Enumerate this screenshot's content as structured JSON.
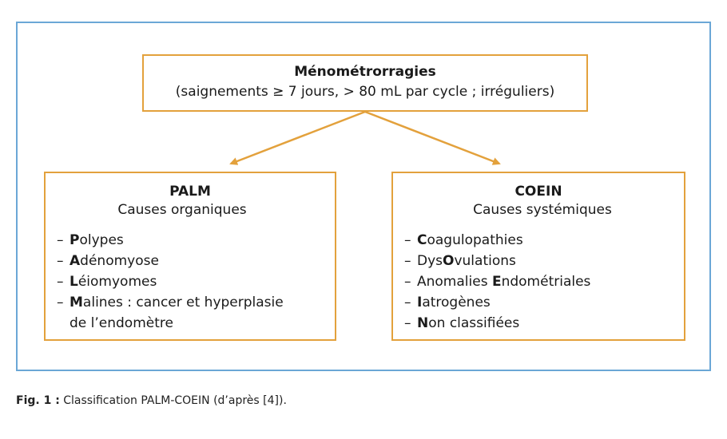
{
  "top": {
    "title": "Ménométrorragies",
    "subtitle": "(saignements ≥ 7 jours, > 80 mL par cycle ; irréguliers)"
  },
  "palm": {
    "title": "PALM",
    "subtitle": "Causes organiques",
    "items": [
      {
        "dash": "–",
        "letter": "P",
        "rest": "olypes"
      },
      {
        "dash": "–",
        "letter": "A",
        "rest": "dénomyose"
      },
      {
        "dash": "–",
        "letter": "L",
        "rest": "éiomyomes"
      },
      {
        "dash": "–",
        "letter": "M",
        "rest": "alines : cancer et hyperplasie",
        "cont": "de l’endomètre"
      }
    ]
  },
  "coein": {
    "title": "COEIN",
    "subtitle": "Causes systémiques",
    "items": [
      {
        "dash": "–",
        "pre": "",
        "letter": "C",
        "rest": "oagulopathies"
      },
      {
        "dash": "–",
        "pre": "Dys",
        "letter": "O",
        "rest": "vulations"
      },
      {
        "dash": "–",
        "pre": "Anomalies ",
        "letter": "E",
        "rest": "ndométriales"
      },
      {
        "dash": "–",
        "pre": "",
        "letter": "I",
        "rest": "atrogènes"
      },
      {
        "dash": "–",
        "pre": "",
        "letter": "N",
        "rest": "on classifiées"
      }
    ]
  },
  "caption": {
    "label": "Fig. 1 :",
    "text": "Classification PALM-COEIN (d’après [4])."
  },
  "colors": {
    "frame": "#6ba7d6",
    "box_border": "#e3a13c",
    "arrow": "#e3a13c"
  }
}
